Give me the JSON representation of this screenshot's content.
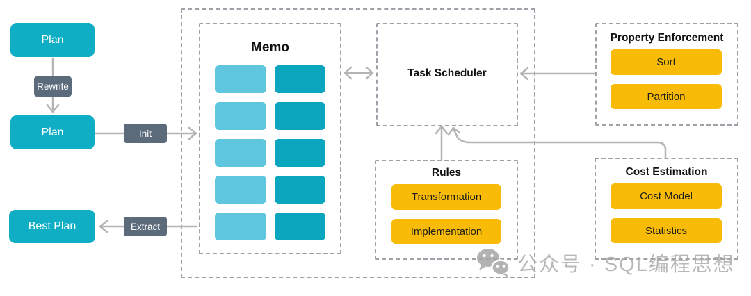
{
  "colors": {
    "teal": "#10AEC5",
    "memo_cell_light": "#5EC6DF",
    "memo_cell_dark": "#0AA6BE",
    "badge_gray": "#5B6B7C",
    "button_yellow": "#F8BB07",
    "dashed_border": "#9CA2A8",
    "arrow_gray": "#B4B4B4",
    "watermark_gray": "#ACACAC"
  },
  "left_flow": {
    "plan_top_label": "Plan",
    "rewrite_badge": "Rewrite",
    "plan_mid_label": "Plan",
    "init_badge": "Init",
    "best_plan_label": "Best Plan",
    "extract_badge": "Extract"
  },
  "memo": {
    "title": "Memo",
    "rows": 5,
    "cols": 2
  },
  "task_scheduler": {
    "title": "Task Scheduler"
  },
  "property_enforcement": {
    "title": "Property Enforcement",
    "items": [
      "Sort",
      "Partition"
    ]
  },
  "rules": {
    "title": "Rules",
    "items": [
      "Transformation",
      "Implementation"
    ]
  },
  "cost_estimation": {
    "title": "Cost Estimation",
    "items": [
      "Cost Model",
      "Statistics"
    ]
  },
  "watermark": {
    "icon": "wechat-icon",
    "text": "公众号 · SQL编程思想"
  }
}
